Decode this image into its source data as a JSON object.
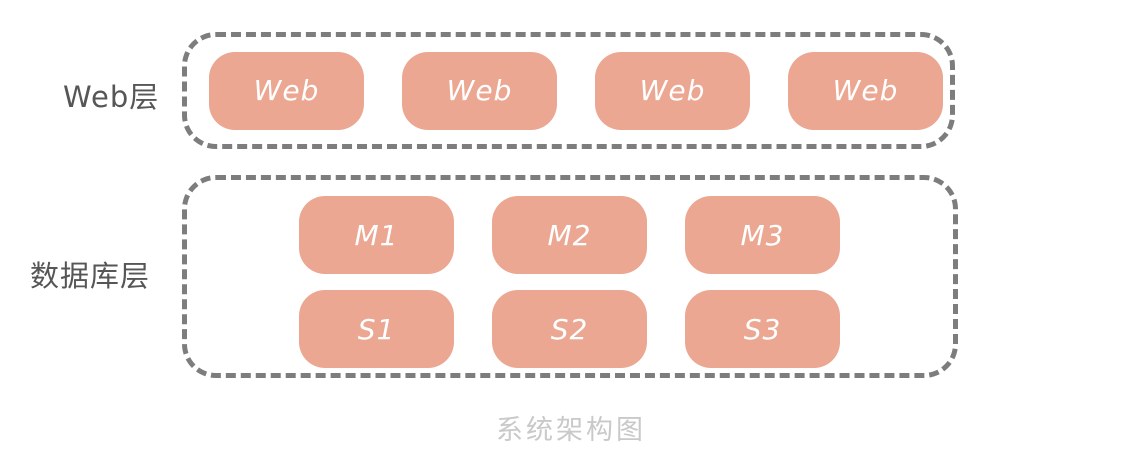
{
  "title": "系统架构图",
  "layers": {
    "web": {
      "label": "Web层",
      "nodes": [
        "Web",
        "Web",
        "Web",
        "Web"
      ]
    },
    "db": {
      "label": "数据库层",
      "master_nodes": [
        "M1",
        "M2",
        "M3"
      ],
      "slave_nodes": [
        "S1",
        "S2",
        "S3"
      ]
    }
  },
  "colors": {
    "node_fill": "#EBA791",
    "node_text": "#FFFFFF",
    "dashed_border": "#7D7D7D",
    "layer_label_text": "#565656",
    "caption_text": "#C9C9C9"
  }
}
